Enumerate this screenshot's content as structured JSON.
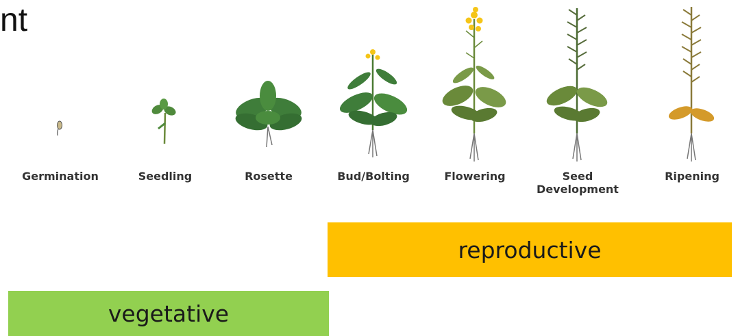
{
  "title_fragment": "nt",
  "stages": [
    {
      "id": "germination",
      "label": "Germination"
    },
    {
      "id": "seedling",
      "label": "Seedling"
    },
    {
      "id": "rosette",
      "label": "Rosette"
    },
    {
      "id": "bolting",
      "label": "Bud/Bolting"
    },
    {
      "id": "flowering",
      "label": "Flowering"
    },
    {
      "id": "seed-development",
      "label": "Seed\nDevelopment"
    },
    {
      "id": "ripening",
      "label": "Ripening"
    }
  ],
  "phases": {
    "reproductive": {
      "label": "reproductive",
      "color": "#ffc000"
    },
    "vegetative": {
      "label": "vegetative",
      "color": "#92d050"
    }
  },
  "colors": {
    "leaf_dark": "#3f7d3a",
    "leaf_light": "#6a9a4a",
    "flower": "#f5c518",
    "ripe": "#d49a2a",
    "root": "#7a7a7a"
  }
}
